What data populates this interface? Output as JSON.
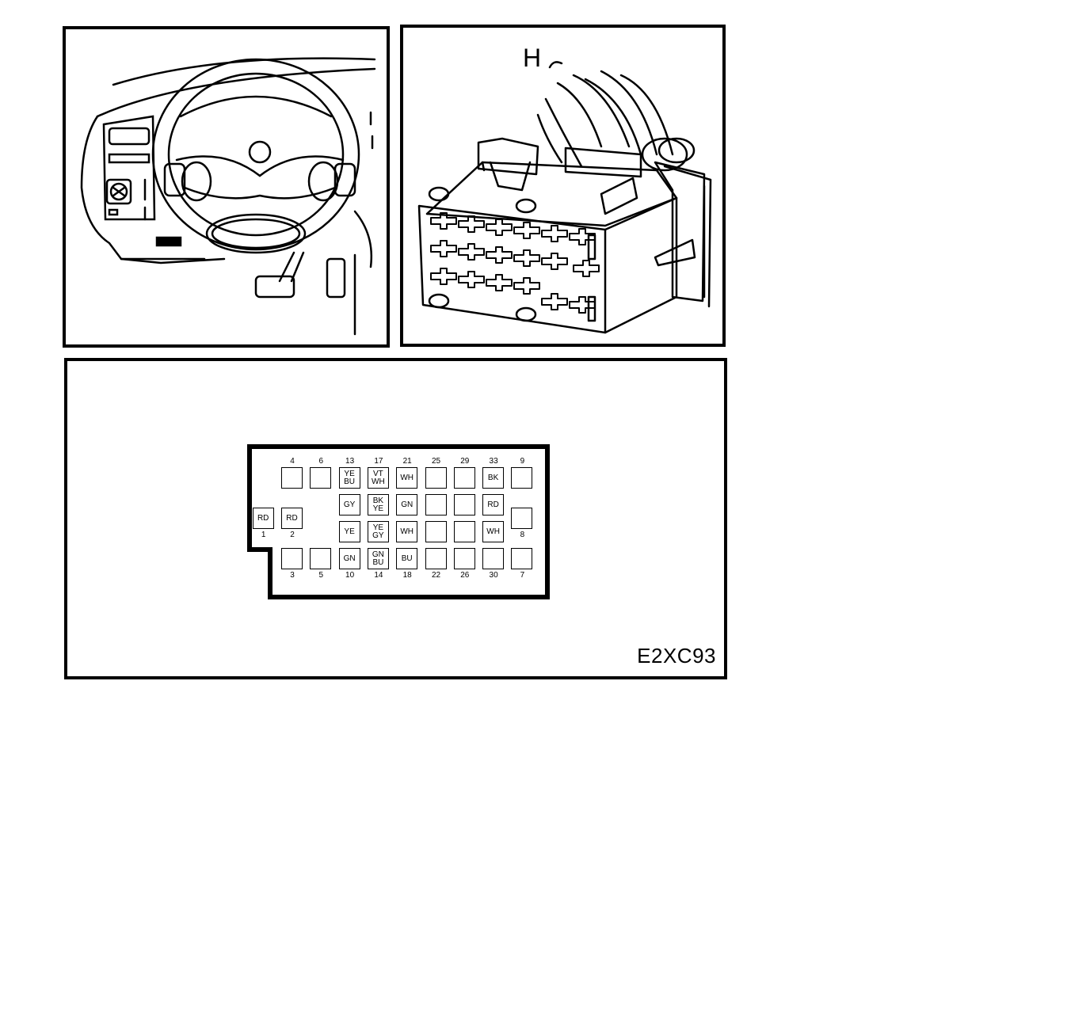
{
  "figure_code": "E2XC93",
  "connector_label": "H",
  "pins": [
    {
      "num": "4",
      "colors": [],
      "col": 0,
      "row": 0,
      "label": "top"
    },
    {
      "num": "6",
      "colors": [],
      "col": 1,
      "row": 0,
      "label": "top"
    },
    {
      "num": "13",
      "colors": [
        "YE",
        "BU"
      ],
      "col": 2,
      "row": 0,
      "label": "top"
    },
    {
      "num": "17",
      "colors": [
        "VT",
        "WH"
      ],
      "col": 3,
      "row": 0,
      "label": "top"
    },
    {
      "num": "21",
      "colors": [
        "WH"
      ],
      "col": 4,
      "row": 0,
      "label": "top"
    },
    {
      "num": "25",
      "colors": [],
      "col": 5,
      "row": 0,
      "label": "top"
    },
    {
      "num": "29",
      "colors": [],
      "col": 6,
      "row": 0,
      "label": "top"
    },
    {
      "num": "33",
      "colors": [
        "BK"
      ],
      "col": 7,
      "row": 0,
      "label": "top"
    },
    {
      "num": "9",
      "colors": [],
      "col": 8,
      "row": 0,
      "label": "top"
    },
    {
      "num": "",
      "colors": [
        "GY"
      ],
      "col": 2,
      "row": 1,
      "label": "none"
    },
    {
      "num": "",
      "colors": [
        "BK",
        "YE"
      ],
      "col": 3,
      "row": 1,
      "label": "none"
    },
    {
      "num": "",
      "colors": [
        "GN"
      ],
      "col": 4,
      "row": 1,
      "label": "none"
    },
    {
      "num": "",
      "colors": [],
      "col": 5,
      "row": 1,
      "label": "none"
    },
    {
      "num": "",
      "colors": [],
      "col": 6,
      "row": 1,
      "label": "none"
    },
    {
      "num": "",
      "colors": [
        "RD"
      ],
      "col": 7,
      "row": 1,
      "label": "none"
    },
    {
      "num": "1",
      "colors": [
        "RD"
      ],
      "col": -1,
      "row": 1.5,
      "label": "bottom"
    },
    {
      "num": "2",
      "colors": [
        "RD"
      ],
      "col": 0,
      "row": 1.5,
      "label": "bottom"
    },
    {
      "num": "8",
      "colors": [],
      "col": 8,
      "row": 1.5,
      "label": "bottom"
    },
    {
      "num": "",
      "colors": [
        "YE"
      ],
      "col": 2,
      "row": 2,
      "label": "none"
    },
    {
      "num": "",
      "colors": [
        "YE",
        "GY"
      ],
      "col": 3,
      "row": 2,
      "label": "none"
    },
    {
      "num": "",
      "colors": [
        "WH"
      ],
      "col": 4,
      "row": 2,
      "label": "none"
    },
    {
      "num": "",
      "colors": [],
      "col": 5,
      "row": 2,
      "label": "none"
    },
    {
      "num": "",
      "colors": [],
      "col": 6,
      "row": 2,
      "label": "none"
    },
    {
      "num": "",
      "colors": [
        "WH"
      ],
      "col": 7,
      "row": 2,
      "label": "none"
    },
    {
      "num": "3",
      "colors": [],
      "col": 0,
      "row": 3,
      "label": "bottom"
    },
    {
      "num": "5",
      "colors": [],
      "col": 1,
      "row": 3,
      "label": "bottom"
    },
    {
      "num": "10",
      "colors": [
        "GN"
      ],
      "col": 2,
      "row": 3,
      "label": "bottom"
    },
    {
      "num": "14",
      "colors": [
        "GN",
        "BU"
      ],
      "col": 3,
      "row": 3,
      "label": "bottom"
    },
    {
      "num": "18",
      "colors": [
        "BU"
      ],
      "col": 4,
      "row": 3,
      "label": "bottom"
    },
    {
      "num": "22",
      "colors": [],
      "col": 5,
      "row": 3,
      "label": "bottom"
    },
    {
      "num": "26",
      "colors": [],
      "col": 6,
      "row": 3,
      "label": "bottom"
    },
    {
      "num": "30",
      "colors": [],
      "col": 7,
      "row": 3,
      "label": "bottom"
    },
    {
      "num": "7",
      "colors": [],
      "col": 8,
      "row": 3,
      "label": "bottom"
    }
  ]
}
